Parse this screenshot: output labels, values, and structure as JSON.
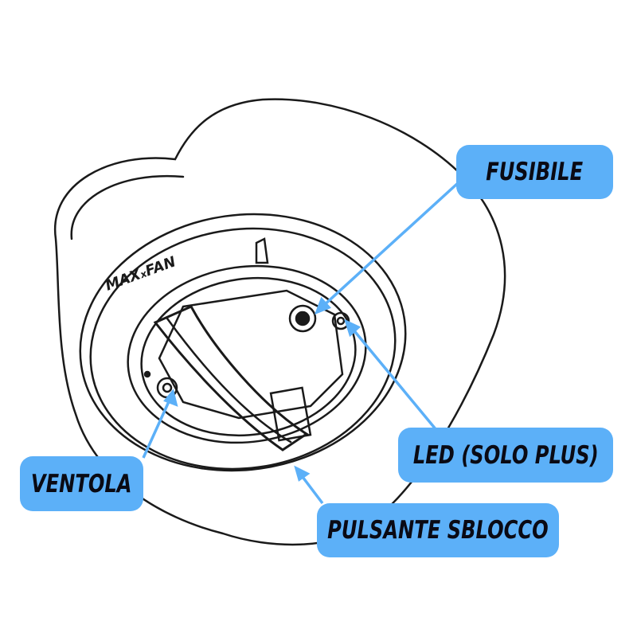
{
  "logo": "MAX FAN",
  "colors": {
    "label_bg": "#5cb0f8",
    "arrow": "#5cb0f8",
    "line": "#1a1a1a"
  },
  "labels": {
    "fuse": "FUSIBILE",
    "led": "LED (SOLO PLUS)",
    "fan": "VENTOLA",
    "release": "PULSANTE SBLOCCO"
  }
}
